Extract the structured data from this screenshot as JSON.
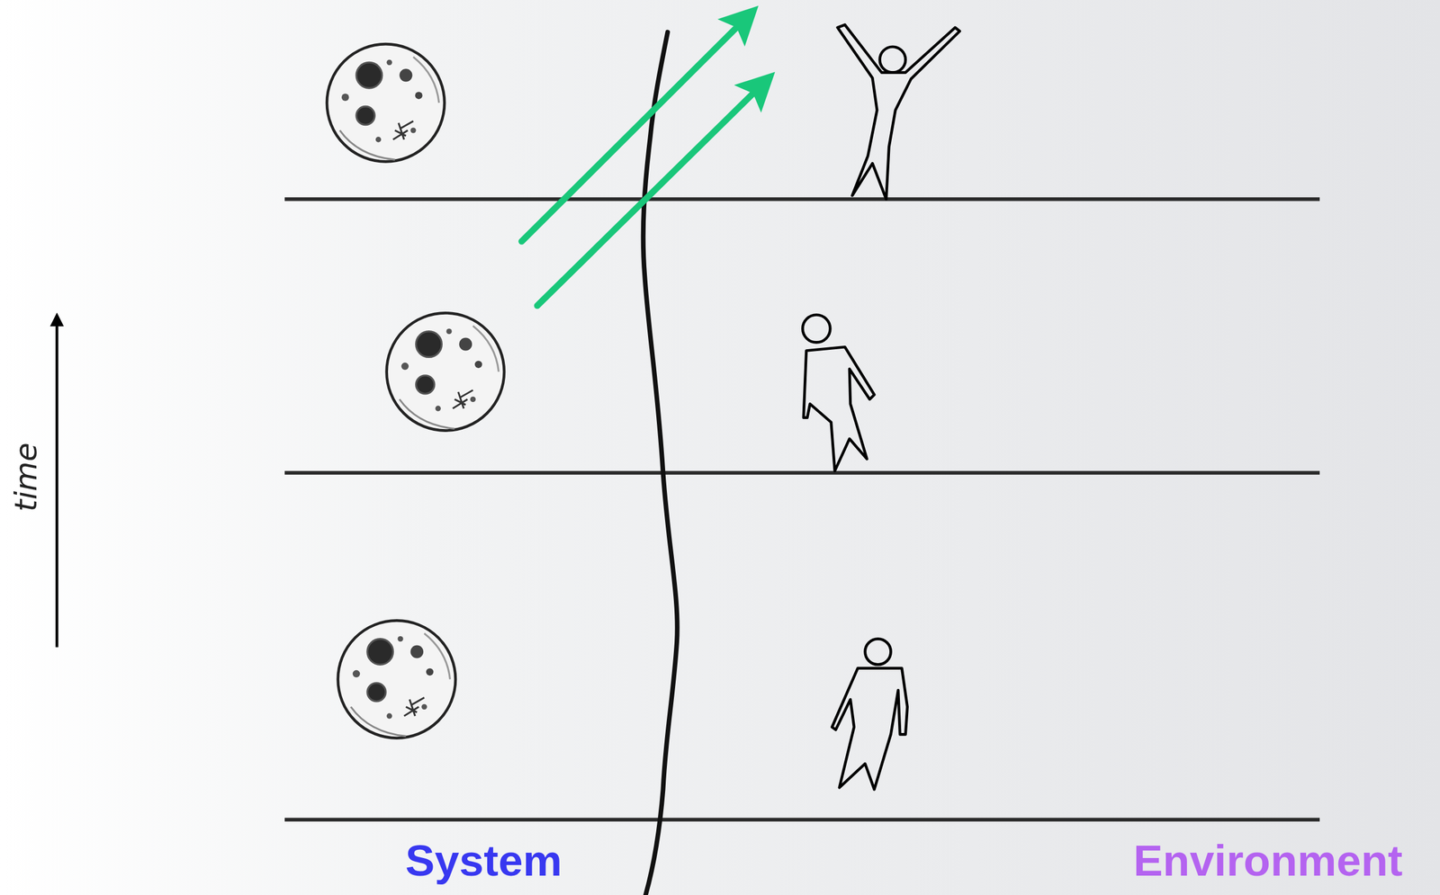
{
  "diagram": {
    "labels": [
      "System",
      "Environment",
      "time"
    ]
  }
}
